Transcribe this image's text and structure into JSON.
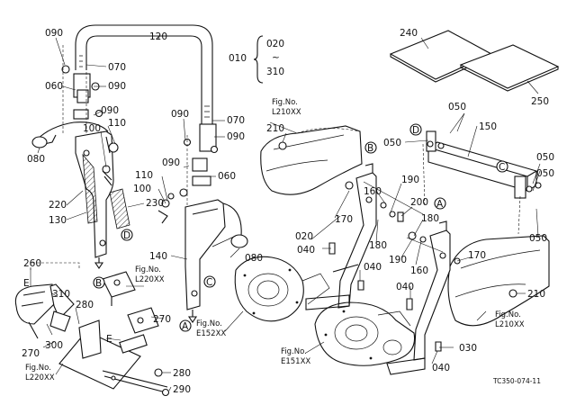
{
  "diagram": {
    "code": "TC350-074-11",
    "range": {
      "start": "020",
      "tilde": "~",
      "end": "310",
      "label": "010"
    },
    "callouts": {
      "c090a": "090",
      "c070a": "070",
      "c090b": "090",
      "c060a": "060",
      "c090c": "090",
      "c110a": "110",
      "c100a": "100",
      "c080a": "080",
      "c220": "220",
      "c130": "130",
      "c230": "230",
      "c120": "120",
      "c090d": "090",
      "c070b": "070",
      "c090e": "090",
      "c090f": "090",
      "c060b": "060",
      "c110b": "110",
      "c100b": "100",
      "c080b": "080",
      "c140": "140",
      "c240": "240",
      "c250": "250",
      "c210a": "210",
      "c050a": "050",
      "c050b": "050",
      "c150": "150",
      "c050c": "050",
      "c050d": "050",
      "c050e": "050",
      "c170a": "170",
      "c160a": "160",
      "c190a": "190",
      "c200": "200",
      "c180a": "180",
      "c020": "020",
      "c040a": "040",
      "c180b": "180",
      "c190b": "190",
      "c160b": "160",
      "c170b": "170",
      "c040b": "040",
      "c210b": "210",
      "c040c": "040",
      "c030": "030",
      "c040d": "040",
      "c260": "260",
      "c310": "310",
      "c280a": "280",
      "c270a": "270",
      "c300": "300",
      "c270b": "270",
      "c280b": "280",
      "c290": "290"
    },
    "letters": {
      "eA": "E",
      "eB": "E",
      "dA": "D",
      "dB": "D",
      "bA": "B",
      "bB": "B",
      "cA": "C",
      "cB": "C",
      "aA": "A",
      "aB": "A"
    },
    "figrefs": {
      "f1": {
        "line1": "Fig.No.",
        "line2": "L220XX"
      },
      "f2": {
        "line1": "Fig.No.",
        "line2": "L220XX"
      },
      "f3": {
        "line1": "Fig.No.",
        "line2": "L210XX"
      },
      "f4": {
        "line1": "Fig.No.",
        "line2": "L210XX"
      },
      "f5": {
        "line1": "Fig.No.",
        "line2": "E152XX"
      },
      "f6": {
        "line1": "Fig.No.",
        "line2": "E151XX"
      }
    }
  }
}
